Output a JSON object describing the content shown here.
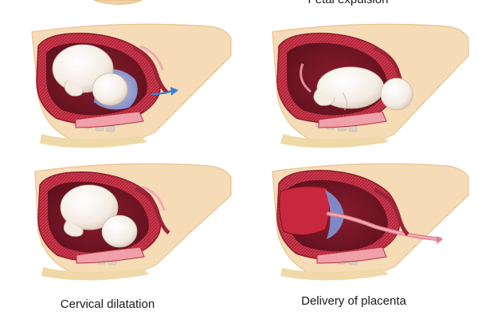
{
  "labels": {
    "top_right": "Fetal expulsion",
    "bottom_left": "Cervical dilatation",
    "bottom_right": "Delivery of placenta"
  }
}
